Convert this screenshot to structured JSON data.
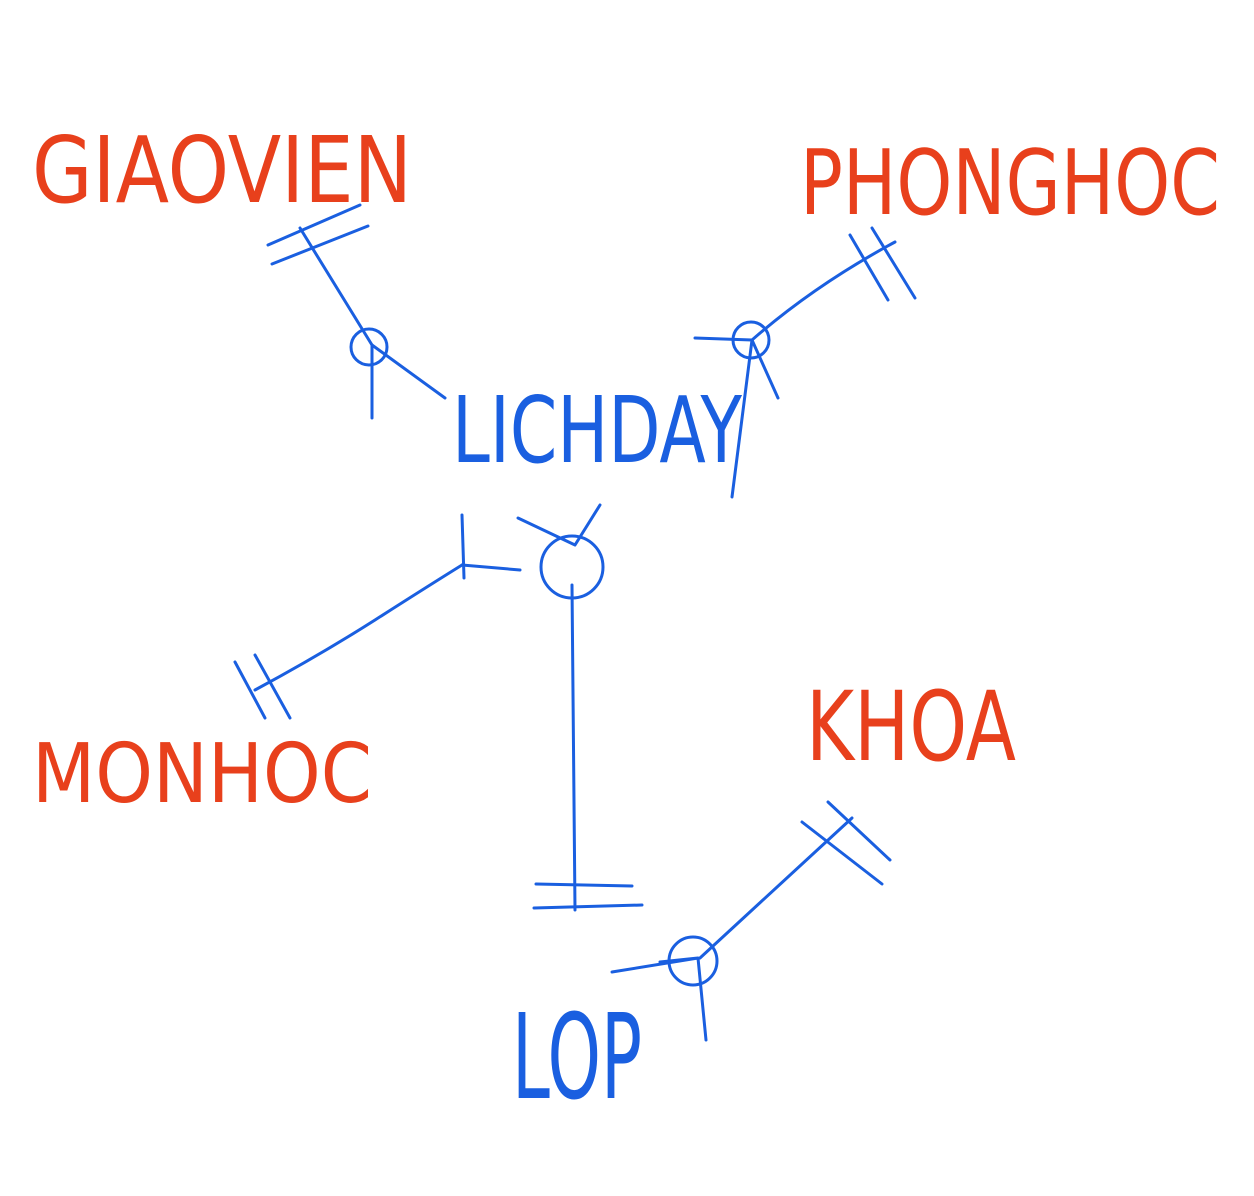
{
  "colors": {
    "entity_external": "#e8401c",
    "entity_central": "#1a5fe0",
    "relationship_ink": "#1a5fe0"
  },
  "entities": {
    "giaovien": "GIAOVIEN",
    "phonghoc": "PHONGHOC",
    "lichday": "LICHDAY",
    "monhoc": "MONHOC",
    "khoa": "KHOA",
    "lop": "LOP"
  },
  "relationships": [
    {
      "from": "GIAOVIEN",
      "to": "LICHDAY",
      "from_end": "one-and-only-one",
      "to_end": "zero-or-many"
    },
    {
      "from": "PHONGHOC",
      "to": "LICHDAY",
      "from_end": "one-and-only-one",
      "to_end": "zero-or-many"
    },
    {
      "from": "MONHOC",
      "to": "LICHDAY",
      "from_end": "one-and-only-one",
      "to_end": "one-or-many"
    },
    {
      "from": "LOP",
      "to": "LICHDAY",
      "from_end": "one-and-only-one",
      "to_end": "zero-or-many"
    },
    {
      "from": "KHOA",
      "to": "LOP",
      "from_end": "one-and-only-one",
      "to_end": "zero-or-many"
    }
  ]
}
